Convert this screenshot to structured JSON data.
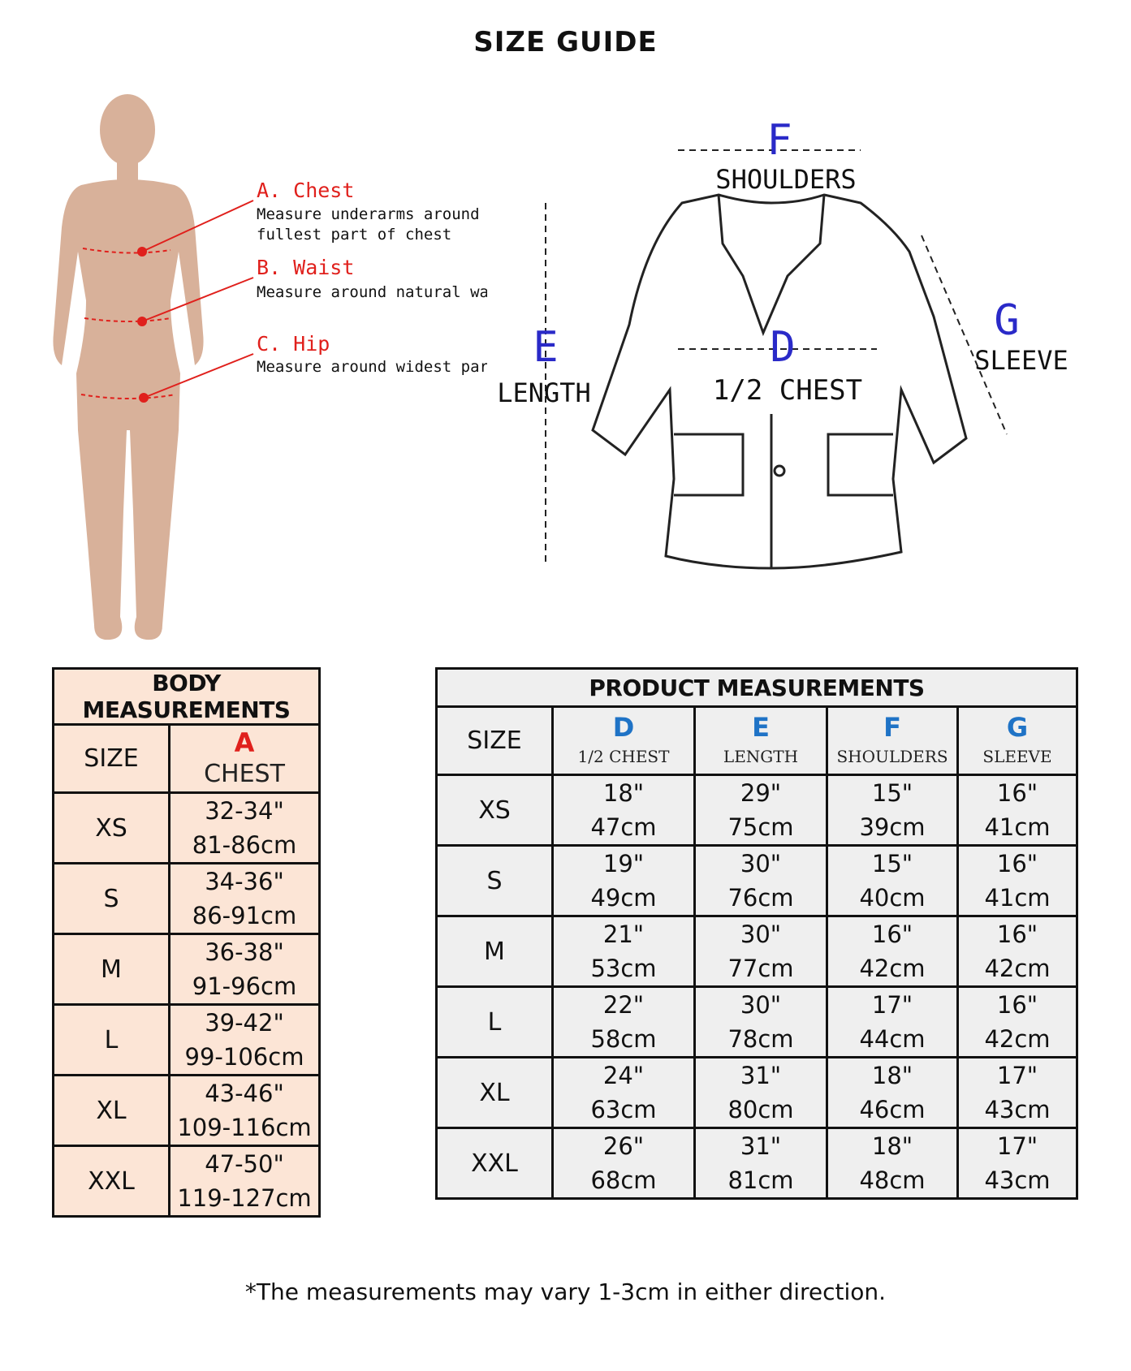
{
  "title": "SIZE GUIDE",
  "body_annotations": [
    {
      "heading": "A. Chest",
      "line1": "Measure underarms around",
      "line2": "fullest part of chest"
    },
    {
      "heading": "B. Waist",
      "line1": "Measure around natural waist",
      "line2": ""
    },
    {
      "heading": "C. Hip",
      "line1": "Measure around widest part",
      "line2": ""
    }
  ],
  "jacket_labels": {
    "f_letter": "F",
    "shoulders": "SHOULDERS",
    "e_letter": "E",
    "length": "LENGTH",
    "d_letter": "D",
    "half_chest": "1/2 CHEST",
    "g_letter": "G",
    "sleeve": "SLEEVE"
  },
  "body_table": {
    "title": "BODY MEASUREMENTS",
    "size_header": "SIZE",
    "chest_letter": "A",
    "chest_header": "CHEST",
    "rows": [
      {
        "size": "XS",
        "inch": "32-34\"",
        "cm": "81-86cm"
      },
      {
        "size": "S",
        "inch": "34-36\"",
        "cm": "86-91cm"
      },
      {
        "size": "M",
        "inch": "36-38\"",
        "cm": "91-96cm"
      },
      {
        "size": "L",
        "inch": "39-42\"",
        "cm": "99-106cm"
      },
      {
        "size": "XL",
        "inch": "43-46\"",
        "cm": "109-116cm"
      },
      {
        "size": "XXL",
        "inch": "47-50\"",
        "cm": "119-127cm"
      }
    ]
  },
  "product_table": {
    "title": "PRODUCT MEASUREMENTS",
    "size_header": "SIZE",
    "columns": [
      {
        "letter": "D",
        "label": "1/2 CHEST"
      },
      {
        "letter": "E",
        "label": "LENGTH"
      },
      {
        "letter": "F",
        "label": "SHOULDERS"
      },
      {
        "letter": "G",
        "label": "SLEEVE"
      }
    ],
    "rows": [
      {
        "size": "XS",
        "cells": [
          [
            "18\"",
            "47cm"
          ],
          [
            "29\"",
            "75cm"
          ],
          [
            "15\"",
            "39cm"
          ],
          [
            "16\"",
            "41cm"
          ]
        ]
      },
      {
        "size": "S",
        "cells": [
          [
            "19\"",
            "49cm"
          ],
          [
            "30\"",
            "76cm"
          ],
          [
            "15\"",
            "40cm"
          ],
          [
            "16\"",
            "41cm"
          ]
        ]
      },
      {
        "size": "M",
        "cells": [
          [
            "21\"",
            "53cm"
          ],
          [
            "30\"",
            "77cm"
          ],
          [
            "16\"",
            "42cm"
          ],
          [
            "16\"",
            "42cm"
          ]
        ]
      },
      {
        "size": "L",
        "cells": [
          [
            "22\"",
            "58cm"
          ],
          [
            "30\"",
            "78cm"
          ],
          [
            "17\"",
            "44cm"
          ],
          [
            "16\"",
            "42cm"
          ]
        ]
      },
      {
        "size": "XL",
        "cells": [
          [
            "24\"",
            "63cm"
          ],
          [
            "31\"",
            "80cm"
          ],
          [
            "18\"",
            "46cm"
          ],
          [
            "17\"",
            "43cm"
          ]
        ]
      },
      {
        "size": "XXL",
        "cells": [
          [
            "26\"",
            "68cm"
          ],
          [
            "31\"",
            "81cm"
          ],
          [
            "18\"",
            "48cm"
          ],
          [
            "17\"",
            "43cm"
          ]
        ]
      }
    ]
  },
  "footnote": "*The measurements may vary 1-3cm in either direction.",
  "colors": {
    "body_fill": "#d8b19a",
    "annotation_red": "#e0201c",
    "letter_blue": "#2a2ac8",
    "table_blue": "#1f73c6",
    "body_table_bg": "#fce5d6",
    "product_table_bg": "#efefef"
  }
}
